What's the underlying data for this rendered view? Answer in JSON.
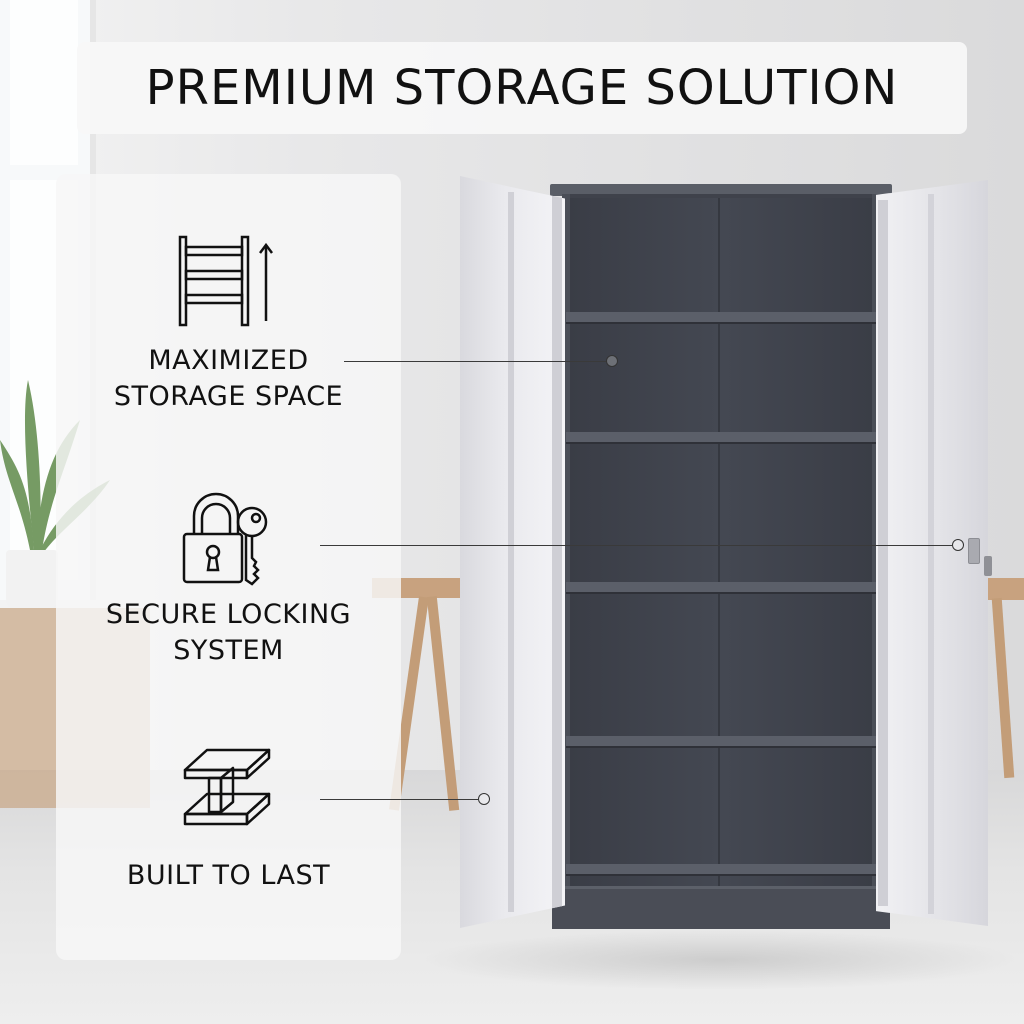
{
  "title": "PREMIUM STORAGE SOLUTION",
  "features": [
    {
      "icon": "shelf-height-icon",
      "line1": "MAXIMIZED",
      "line2": "STORAGE SPACE"
    },
    {
      "icon": "lock-key-icon",
      "line1": "SECURE LOCKING",
      "line2": "SYSTEM"
    },
    {
      "icon": "steel-beam-icon",
      "line1": "BUILT TO LAST",
      "line2": ""
    }
  ],
  "colors": {
    "cabinet_interior": "#3f424b",
    "cabinet_door": "#e6e6ea",
    "text": "#111111"
  }
}
